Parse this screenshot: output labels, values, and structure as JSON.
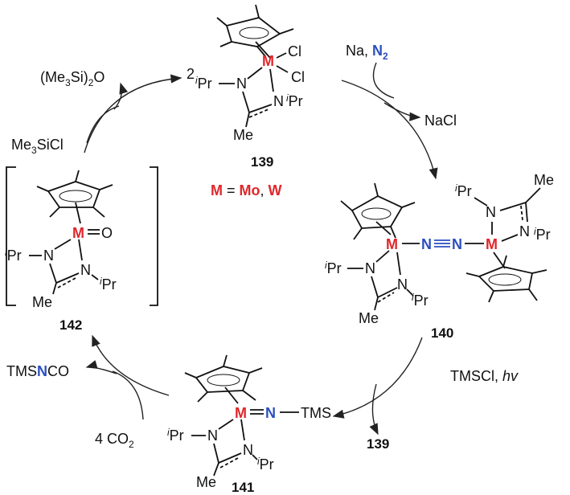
{
  "reagents": {
    "na_n2_na": "Na, ",
    "na_n2_n": "N",
    "na_n2_sub": "2",
    "nacl": "NaCl",
    "tmscl_hv": "TMSCl, ",
    "tmscl_hv_italic": "hv",
    "product_139": "139",
    "co2_coef": "4 CO",
    "co2_sub": "2",
    "tms_nco_tms": "TMS",
    "tms_nco_n": "N",
    "tms_nco_co": "CO",
    "me3sicl": "Me",
    "me3sicl_sub": "3",
    "me3sicl_tail": "SiCl",
    "siloxane_open": "(Me",
    "siloxane_sub1": "3",
    "siloxane_mid": "Si)",
    "siloxane_sub2": "2",
    "siloxane_tail": "O"
  },
  "compounds": {
    "c139": {
      "number": "139",
      "coef": "2",
      "metal": "M",
      "cl1": "Cl",
      "cl2": "Cl",
      "ipr": "Pr",
      "i": "i",
      "n": "N",
      "me": "Me"
    },
    "c140": {
      "number": "140",
      "metal": "M",
      "n": "N",
      "ipr": "Pr",
      "i": "i",
      "me": "Me"
    },
    "c141": {
      "number": "141",
      "metal": "M",
      "n_blue": "N",
      "tms": "TMS",
      "n": "N",
      "ipr": "Pr",
      "i": "i",
      "me": "Me"
    },
    "c142": {
      "number": "142",
      "metal": "M",
      "oxo": "O",
      "n": "N",
      "ipr": "Pr",
      "i": "i",
      "me": "Me"
    }
  },
  "legend": {
    "m": "M",
    "eq": " = ",
    "mo": "Mo",
    "comma": ", ",
    "w": "W"
  },
  "colors": {
    "metal": "#e0262b",
    "nitrogen": "#2b4fbf"
  }
}
